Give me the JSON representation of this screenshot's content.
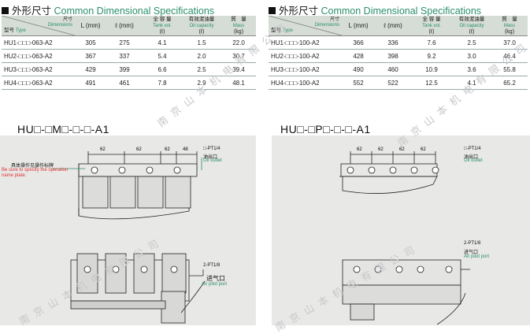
{
  "left": {
    "title_cn": "外形尺寸",
    "title_en": "Common Dimensional Specifications",
    "headers": {
      "corner_top_cn": "尺寸",
      "corner_top_en": "Dimensions",
      "corner_bottom_cn": "型号",
      "corner_bottom_en": "Type",
      "L": "L (mm)",
      "l": "ℓ (mm)",
      "tank_cn": "全 容 量",
      "tank_en": "Tank vol.",
      "tank_unit": "(ℓ)",
      "oil_cn": "有效泥油量",
      "oil_en": "Oil capacity",
      "oil_unit": "(ℓ)",
      "mass_cn": "質　量",
      "mass_en": "Mass",
      "mass_unit": "(kg)"
    },
    "rows": [
      {
        "type": "HU1-□□□-063-A2",
        "L": "305",
        "l": "275",
        "tank": "4.1",
        "oil": "1.5",
        "mass": "22.0"
      },
      {
        "type": "HU2-□□□-063-A2",
        "L": "367",
        "l": "337",
        "tank": "5.4",
        "oil": "2.0",
        "mass": "30.7"
      },
      {
        "type": "HU3-□□□-063-A2",
        "L": "429",
        "l": "399",
        "tank": "6.6",
        "oil": "2.5",
        "mass": "39.4"
      },
      {
        "type": "HU4-□□□-063-A2",
        "L": "491",
        "l": "461",
        "tank": "7.8",
        "oil": "2.9",
        "mass": "48.1"
      }
    ],
    "model_code": "HU□-□M□-□-□-A1",
    "drawing": {
      "dims": [
        "62",
        "62",
        "62",
        "48"
      ],
      "label_pt14": "□-PT1/4",
      "label_oil_cn": "油出口",
      "label_oil_en": "Oil outlet",
      "label_plate_cn": "具体操作见操作标牌",
      "label_plate_en": "Be sure to specify the operation name plate.",
      "label_pt18": "2-PT1/8",
      "label_air_cn": "进气口",
      "label_air_en": "Air pilot port"
    }
  },
  "right": {
    "title_cn": "外形尺寸",
    "title_en": "Common Dimensional Specifications",
    "headers": {
      "corner_top_cn": "尺寸",
      "corner_top_en": "Dimensions",
      "corner_bottom_cn": "型号",
      "corner_bottom_en": "Type",
      "L": "L (mm)",
      "l": "ℓ (mm)",
      "tank_cn": "全 容 量",
      "tank_en": "Tank vol.",
      "tank_unit": "(ℓ)",
      "oil_cn": "有效泥油量",
      "oil_en": "Oil capacity",
      "oil_unit": "(ℓ)",
      "mass_cn": "質　量",
      "mass_en": "Mass",
      "mass_unit": "(kg)"
    },
    "rows": [
      {
        "type": "HU1-□□□-100-A2",
        "L": "366",
        "l": "336",
        "tank": "7.6",
        "oil": "2.5",
        "mass": "37.0"
      },
      {
        "type": "HU2-□□□-100-A2",
        "L": "428",
        "l": "398",
        "tank": "9.2",
        "oil": "3.0",
        "mass": "46.4"
      },
      {
        "type": "HU3-□□□-100-A2",
        "L": "490",
        "l": "460",
        "tank": "10.9",
        "oil": "3.6",
        "mass": "55.8"
      },
      {
        "type": "HU4-□□□-100-A2",
        "L": "552",
        "l": "522",
        "tank": "12.5",
        "oil": "4.1",
        "mass": "65.2"
      }
    ],
    "model_code": "HU□-□P□-□-□-A1",
    "drawing": {
      "dims": [
        "62",
        "62",
        "62",
        "62"
      ],
      "label_pt14": "□-PT1/4",
      "label_oil_cn": "油出口",
      "label_oil_en": "Oil outlet",
      "label_pt18": "2-PT1/8",
      "label_air_cn": "进气口",
      "label_air_en": "Air pilot port"
    }
  },
  "watermark": "南京山本机电有限公司"
}
